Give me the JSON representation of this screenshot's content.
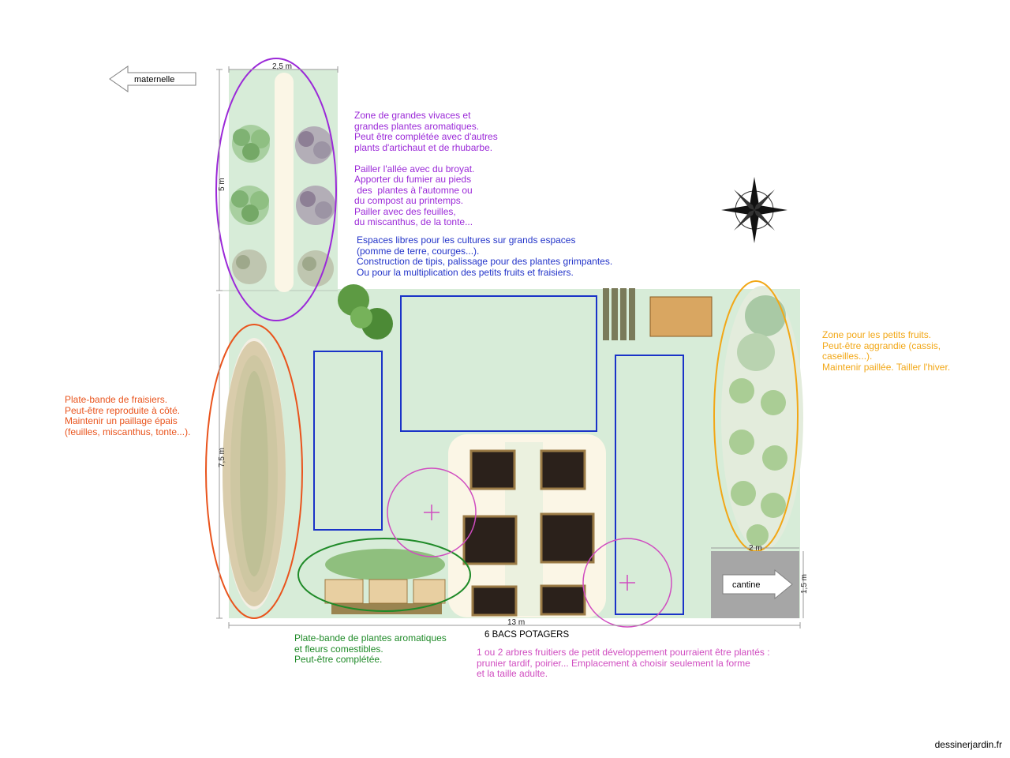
{
  "colors": {
    "garden_green": "#d7ecd8",
    "vivaces": "#9b29d8",
    "espaces": "#2334c9",
    "fruits": "#f2a716",
    "fraisiers": "#e9541d",
    "aromatiques": "#1f8a28",
    "arbres": "#d04cc0",
    "bacs_blue": "#1a33c8",
    "path_cream": "#fbf6e6",
    "cantine_gray": "#a6a6a6"
  },
  "arrows": {
    "maternelle": "maternelle",
    "cantine": "cantine"
  },
  "dimensions": {
    "top_width": "2,5 m",
    "top_height": "5 m",
    "left_height": "7,5 m",
    "bottom_width": "13 m",
    "cantine_width": "2 m",
    "cantine_height": "1,5 m"
  },
  "labels": {
    "bacs": "6 BACS POTAGERS"
  },
  "notes": {
    "vivaces": [
      "Zone de grandes vivaces et",
      "grandes plantes aromatiques.",
      "Peut être complétée avec d'autres",
      "plants d'artichaut et de rhubarbe.",
      "",
      "Pailler l'allée avec du broyat.",
      "Apporter du fumier au pieds",
      " des  plantes à l'automne ou",
      "du compost au printemps.",
      "Pailler avec des feuilles,",
      "du miscanthus, de la tonte..."
    ],
    "espaces": [
      "Espaces libres pour les cultures sur grands espaces",
      "(pomme de terre, courges...).",
      "Construction de tipis, palissage pour des plantes grimpantes.",
      "Ou pour la multiplication des petits fruits et fraisiers."
    ],
    "fruits": [
      "Zone pour les petits fruits.",
      "Peut-être aggrandie (cassis,",
      "caseilles...).",
      "Maintenir paillée. Tailler l'hiver."
    ],
    "fraisiers": [
      "Plate-bande de fraisiers.",
      "Peut-être reproduite à côté.",
      "Maintenir un paillage épais",
      "(feuilles, miscanthus, tonte...)."
    ],
    "aromatiques": [
      "Plate-bande de plantes aromatiques",
      "et fleurs comestibles.",
      "Peut-être complétée."
    ],
    "arbres": [
      "1 ou 2 arbres fruitiers de petit développement pourraient être plantés :",
      "prunier tardif, poirier... Emplacement à choisir seulement la forme",
      "et la taille adulte."
    ]
  },
  "credit": "dessinerjardin.fr"
}
